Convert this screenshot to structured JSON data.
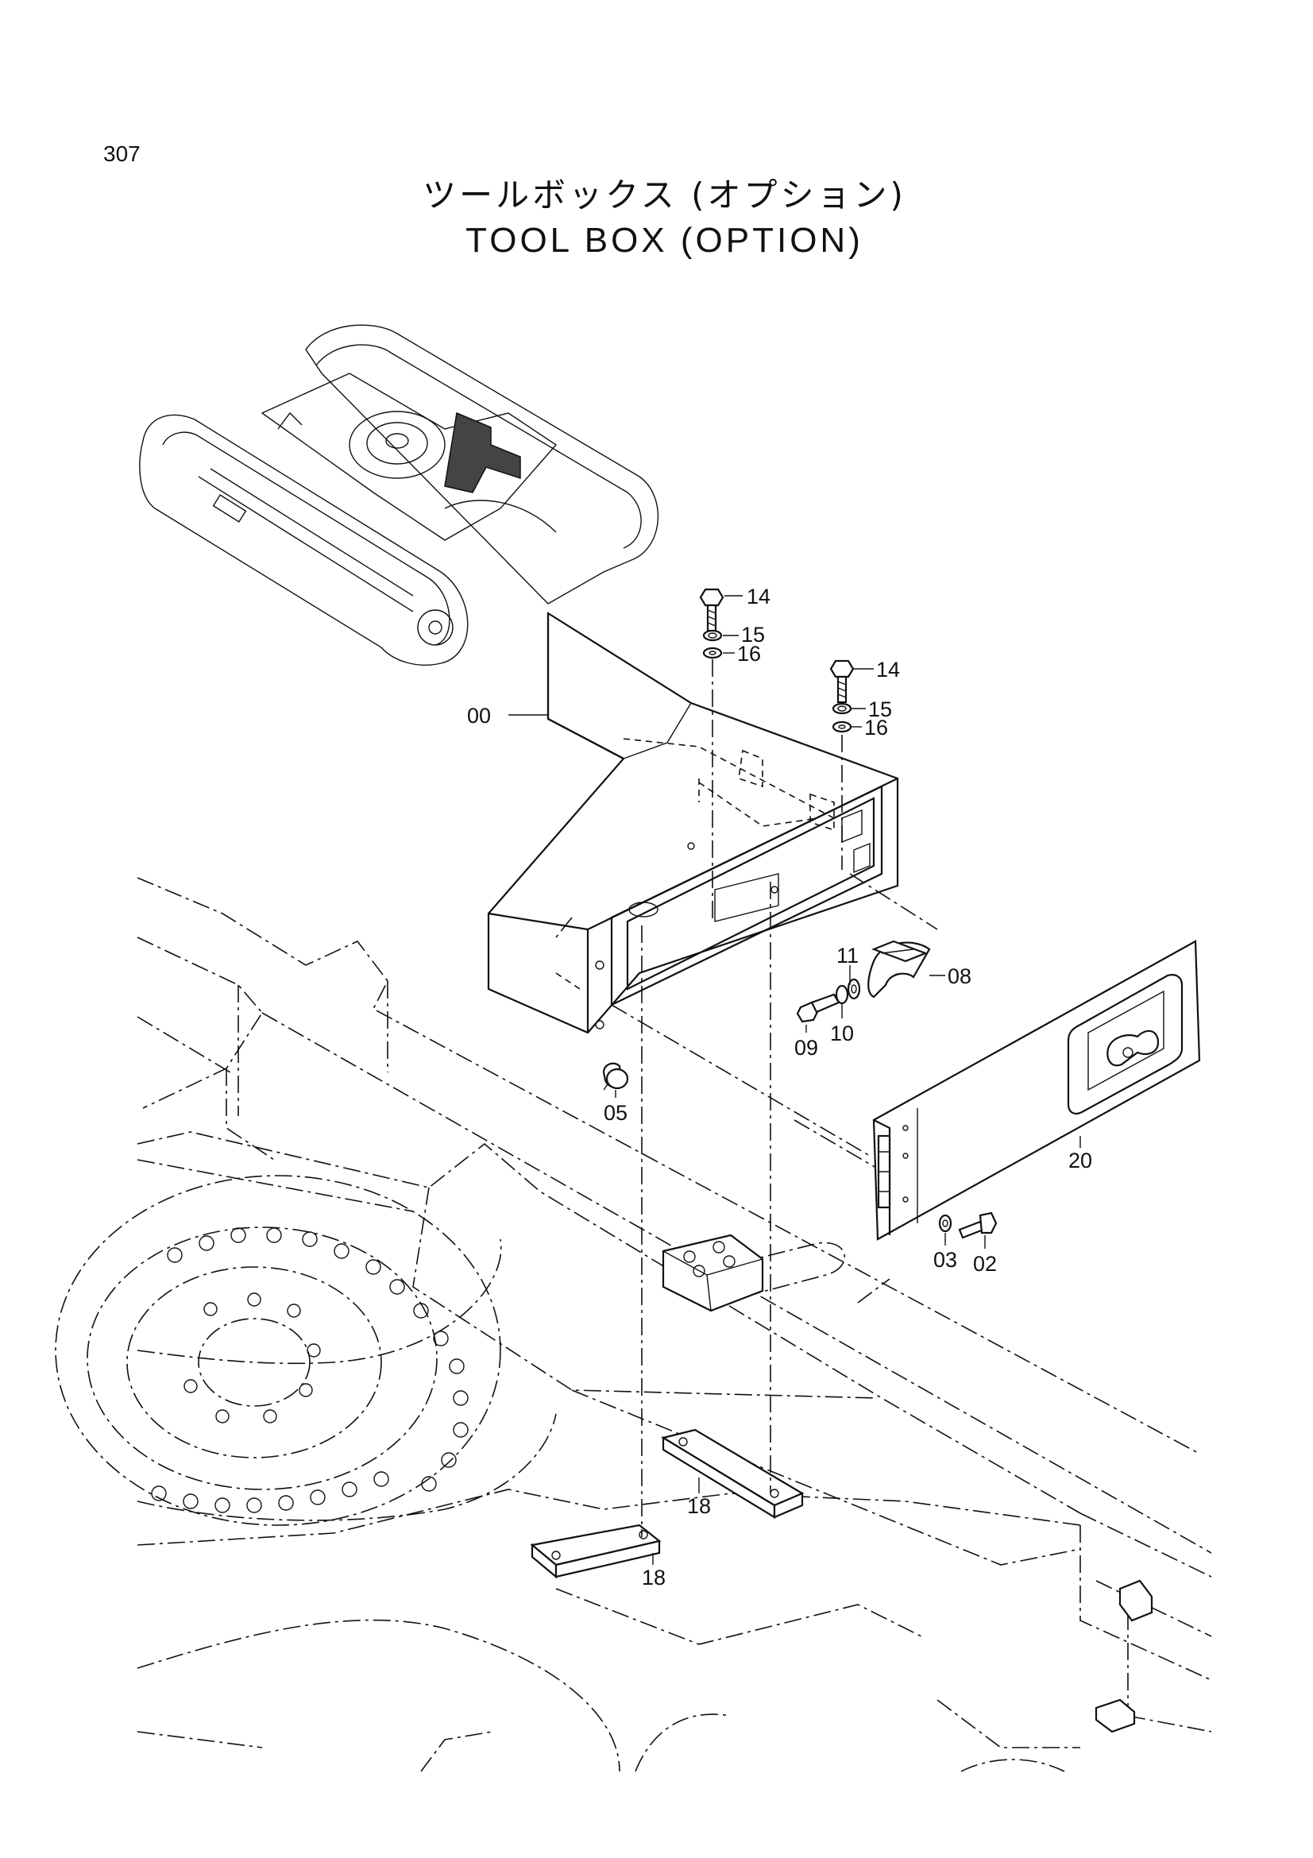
{
  "page_number": "307",
  "title": {
    "japanese": "ツールボックス (オプション)",
    "english": "TOOL BOX (OPTION)"
  },
  "callouts": [
    {
      "id": "cl-00",
      "label": "00"
    },
    {
      "id": "cl-14a",
      "label": "14"
    },
    {
      "id": "cl-15a",
      "label": "15"
    },
    {
      "id": "cl-16a",
      "label": "16"
    },
    {
      "id": "cl-14b",
      "label": "14"
    },
    {
      "id": "cl-15b",
      "label": "15"
    },
    {
      "id": "cl-16b",
      "label": "16"
    },
    {
      "id": "cl-11",
      "label": "11"
    },
    {
      "id": "cl-08",
      "label": "08"
    },
    {
      "id": "cl-09",
      "label": "09"
    },
    {
      "id": "cl-10",
      "label": "10"
    },
    {
      "id": "cl-05",
      "label": "05"
    },
    {
      "id": "cl-20",
      "label": "20"
    },
    {
      "id": "cl-03",
      "label": "03"
    },
    {
      "id": "cl-02",
      "label": "02"
    },
    {
      "id": "cl-18a",
      "label": "18"
    },
    {
      "id": "cl-18b",
      "label": "18"
    }
  ]
}
